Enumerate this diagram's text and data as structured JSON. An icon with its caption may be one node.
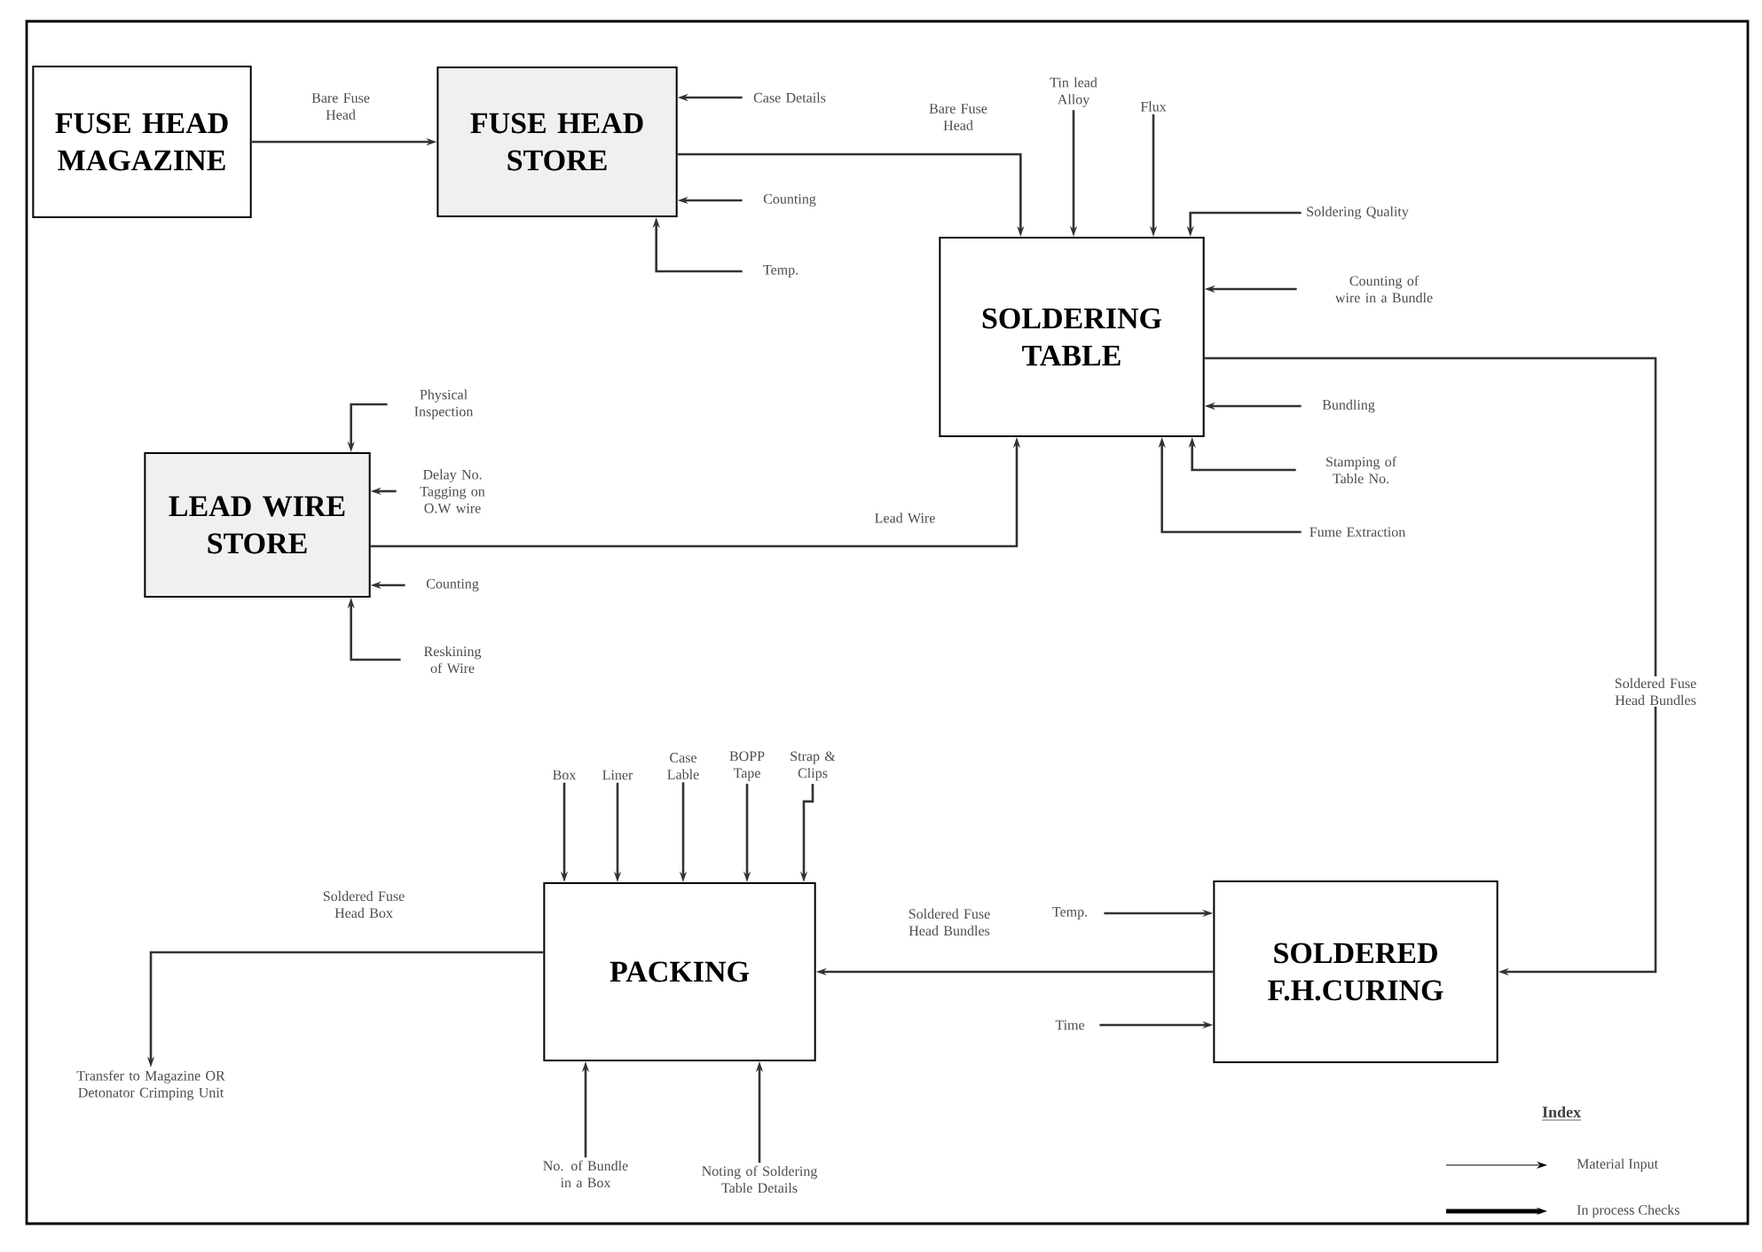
{
  "diagram": {
    "nodes": [
      {
        "text": [
          "FUSE HEAD MAGAZINE"
        ]
      },
      {
        "text": [
          "FUSE HEAD STORE"
        ]
      },
      {
        "text": [
          "SOLDERING TABLE"
        ]
      },
      {
        "text": [
          "LEAD WIRE STORE"
        ]
      },
      {
        "text": [
          "PACKING"
        ]
      },
      {
        "text": [
          "SOLDERED F.H.CURING"
        ]
      },
      {
        "text": [
          "Case Details"
        ]
      },
      {
        "text": [
          "Counting"
        ]
      },
      {
        "text": [
          "Temp."
        ]
      },
      {
        "text": [
          "Tin lead Alloy"
        ]
      },
      {
        "text": [
          "Flux"
        ]
      },
      {
        "text": [
          "Soldering Quality"
        ]
      },
      {
        "text": [
          "Counting of wire in a Bundle"
        ]
      },
      {
        "text": [
          "Bundling"
        ]
      },
      {
        "text": [
          "Stamping of Table No."
        ]
      },
      {
        "text": [
          "Fume Extraction"
        ]
      },
      {
        "text": [
          "Physical Inspection"
        ]
      },
      {
        "text": [
          "Delay No. Tagging on O.W wire"
        ]
      },
      {
        "text": [
          "Counting"
        ]
      },
      {
        "text": [
          "Reskining of Wire"
        ]
      },
      {
        "text": [
          "Box"
        ]
      },
      {
        "text": [
          "Liner"
        ]
      },
      {
        "text": [
          "Case Lable"
        ]
      },
      {
        "text": [
          "BOPP Tape"
        ]
      },
      {
        "text": [
          "Strap & Clips"
        ]
      },
      {
        "text": [
          "No. of Bundle in a Box"
        ]
      },
      {
        "text": [
          "Noting of Soldering Table Details"
        ]
      },
      {
        "text": [
          "Temp."
        ]
      },
      {
        "text": [
          "Time"
        ]
      },
      {
        "text": [
          "Transfer to Magazine OR Detonator Crimping Unit"
        ]
      }
    ],
    "edges": [
      {
        "from": 0,
        "to": 1,
        "arrow": "to",
        "label": "Bare Fuse Head"
      },
      {
        "from": 6,
        "to": 1,
        "arrow": "to"
      },
      {
        "from": 7,
        "to": 1,
        "arrow": "to"
      },
      {
        "from": 8,
        "to": 1,
        "arrow": "to"
      },
      {
        "from": 1,
        "to": 2,
        "arrow": "to",
        "label": "Bare Fuse Head"
      },
      {
        "from": 9,
        "to": 2,
        "arrow": "to"
      },
      {
        "from": 10,
        "to": 2,
        "arrow": "to"
      },
      {
        "from": 11,
        "to": 2,
        "arrow": "to"
      },
      {
        "from": 12,
        "to": 2,
        "arrow": "to"
      },
      {
        "from": 2,
        "to": 5,
        "arrow": "to",
        "label": "Soldered Fuse Head Bundles"
      },
      {
        "from": 13,
        "to": 2,
        "arrow": "to"
      },
      {
        "from": 14,
        "to": 2,
        "arrow": "to"
      },
      {
        "from": 15,
        "to": 2,
        "arrow": "to"
      },
      {
        "from": 3,
        "to": 2,
        "arrow": "to",
        "label": "Lead Wire"
      },
      {
        "from": 16,
        "to": 3,
        "arrow": "to"
      },
      {
        "from": 17,
        "to": 3,
        "arrow": "to"
      },
      {
        "from": 18,
        "to": 3,
        "arrow": "to"
      },
      {
        "from": 19,
        "to": 3,
        "arrow": "to"
      },
      {
        "from": 20,
        "to": 4,
        "arrow": "to"
      },
      {
        "from": 21,
        "to": 4,
        "arrow": "to"
      },
      {
        "from": 22,
        "to": 4,
        "arrow": "to"
      },
      {
        "from": 23,
        "to": 4,
        "arrow": "to"
      },
      {
        "from": 24,
        "to": 4,
        "arrow": "to"
      },
      {
        "from": 25,
        "to": 4,
        "arrow": "to"
      },
      {
        "from": 26,
        "to": 4,
        "arrow": "to"
      },
      {
        "from": 5,
        "to": 4,
        "arrow": "to",
        "label": "Soldered Fuse Head Bundles"
      },
      {
        "from": 27,
        "to": 5,
        "arrow": "to"
      },
      {
        "from": 28,
        "to": 5,
        "arrow": "to"
      },
      {
        "from": 4,
        "to": 29,
        "arrow": "to",
        "label": "Soldered Fuse Head Box"
      }
    ],
    "labels": [
      "Index"
    ],
    "legend": [
      {
        "text": "Material Input"
      },
      {
        "text": "In process Checks"
      }
    ]
  }
}
